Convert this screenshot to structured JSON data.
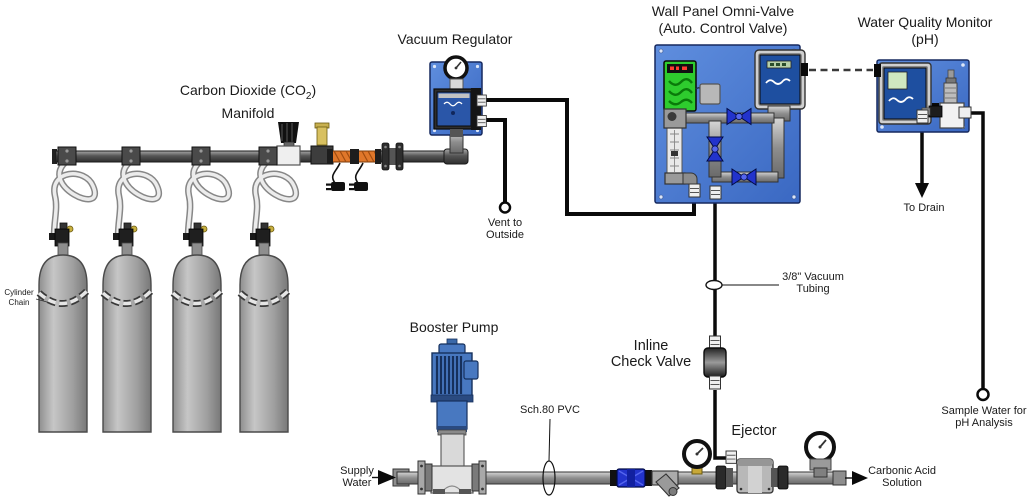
{
  "labels": {
    "co2_manifold": {
      "line1_pre": "Carbon Dioxide (CO",
      "line1_sub": "2",
      "line1_post": ")",
      "line2": "Manifold"
    },
    "vacuum_regulator": "Vacuum Regulator",
    "wall_panel": {
      "line1": "Wall Panel Omni-Valve",
      "line2": "(Auto. Control Valve)"
    },
    "water_quality": {
      "line1": "Water Quality Monitor",
      "line2": "(pH)"
    },
    "vent_outside": {
      "line1": "Vent to",
      "line2": "Outside"
    },
    "cylinder_chain": {
      "line1": "Cylinder",
      "line2": "Chain"
    },
    "booster_pump": "Booster Pump",
    "sch80_pvc": "Sch.80 PVC",
    "supply_water": {
      "line1": "Supply",
      "line2": "Water"
    },
    "inline_check_valve": {
      "line1": "Inline",
      "line2": "Check Valve"
    },
    "vacuum_tubing": {
      "line1": "3/8\" Vacuum",
      "line2": "Tubing"
    },
    "ejector": "Ejector",
    "carbonic_acid": {
      "line1": "Carbonic Acid",
      "line2": "Solution"
    },
    "to_drain": "To Drain",
    "sample_water": {
      "line1": "Sample Water for",
      "line2": "pH Analysis"
    }
  },
  "components": {
    "co2_cylinders": 4,
    "cylinder_parts": [
      "cylinder-valve",
      "pigtail-hose",
      "cylinder-chain"
    ],
    "manifold_parts": [
      "manifold-pipe",
      "pressure-regulator",
      "relief-valve",
      "heated-flex-hose",
      "power-plugs",
      "union-flange"
    ],
    "vacuum_regulator_parts": [
      "vacuum-gauge",
      "regulator-body",
      "gas-outlet-port",
      "vent-port"
    ],
    "wall_panel_parts": [
      "indicator-module",
      "junction-box",
      "omni-valve-controller",
      "flowmeter",
      "ball-valve-top",
      "ball-valve-middle",
      "ball-valve-bottom",
      "vacuum-outlet-fitting"
    ],
    "water_quality_parts": [
      "ph-controller",
      "ph-sensor",
      "sensor-valve",
      "drain-fitting",
      "sample-inlet-fitting"
    ],
    "water_line_parts": [
      "booster-pump",
      "ball-valve",
      "y-strainer",
      "pressure-gauge-inlet",
      "ejector",
      "pressure-gauge-outlet",
      "inline-check-valve"
    ]
  },
  "colors": {
    "panel_blue": "#4a7fd1",
    "panel_border": "#16295f",
    "device_face_blue": "#1e4fa0",
    "indicator_green": "#2ecc2e",
    "valve_blue": "#2233cc",
    "hose_orange": "#e0772a",
    "brass": "#c8b040",
    "pipe_gray": "#9a9a9a",
    "dark_pipe": "#4a4a4a",
    "cylinder_gray": "#ababab",
    "pump_blue": "#4878c0",
    "line_black": "#0a0a0a"
  }
}
